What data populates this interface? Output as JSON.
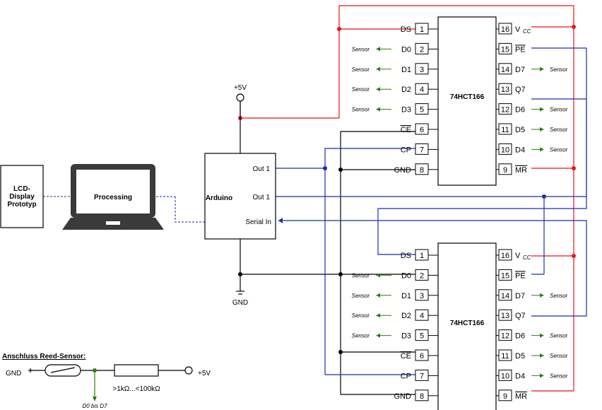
{
  "power": {
    "vcc_label": "+5V",
    "gnd_label": "GND"
  },
  "lcd": {
    "line1": "LCD-",
    "line2": "Display",
    "line3": "Prototyp"
  },
  "laptop": {
    "label": "Processing"
  },
  "arduino": {
    "label": "Arduino",
    "out1a": "Out 1",
    "out1b": "Out 1",
    "serial_in": "Serial In"
  },
  "chips": [
    {
      "name": "74HCT166",
      "left_pins": [
        {
          "num": "1",
          "label": "DS"
        },
        {
          "num": "2",
          "label": "D0"
        },
        {
          "num": "3",
          "label": "D1"
        },
        {
          "num": "4",
          "label": "D2"
        },
        {
          "num": "5",
          "label": "D3"
        },
        {
          "num": "6",
          "label": "CE"
        },
        {
          "num": "7",
          "label": "CP"
        },
        {
          "num": "8",
          "label": "GND"
        }
      ],
      "right_pins": [
        {
          "num": "16",
          "label": "V",
          "sub": "CC"
        },
        {
          "num": "15",
          "label": "PE"
        },
        {
          "num": "14",
          "label": "D7"
        },
        {
          "num": "13",
          "label": "Q7"
        },
        {
          "num": "12",
          "label": "D6"
        },
        {
          "num": "11",
          "label": "D5"
        },
        {
          "num": "10",
          "label": "D4"
        },
        {
          "num": "9",
          "label": "MR"
        }
      ]
    },
    {
      "name": "74HCT166",
      "left_pins": [
        {
          "num": "1",
          "label": "DS"
        },
        {
          "num": "2",
          "label": "D0"
        },
        {
          "num": "3",
          "label": "D1"
        },
        {
          "num": "4",
          "label": "D2"
        },
        {
          "num": "5",
          "label": "D3"
        },
        {
          "num": "6",
          "label": "CE"
        },
        {
          "num": "7",
          "label": "CP"
        },
        {
          "num": "8",
          "label": "GND"
        }
      ],
      "right_pins": [
        {
          "num": "16",
          "label": "V",
          "sub": "CC"
        },
        {
          "num": "15",
          "label": "PE"
        },
        {
          "num": "14",
          "label": "D7"
        },
        {
          "num": "13",
          "label": "Q7"
        },
        {
          "num": "12",
          "label": "D6"
        },
        {
          "num": "11",
          "label": "D5"
        },
        {
          "num": "10",
          "label": "D4"
        },
        {
          "num": "9",
          "label": "MR"
        }
      ]
    }
  ],
  "sensor_label": "Sensor",
  "reed": {
    "title": "Anschluss Reed-Sensor:",
    "gnd": "GND",
    "vcc": "+5V",
    "resistor": ">1kΩ...<100kΩ",
    "tap": "D0 bis D7"
  },
  "colors": {
    "red": "#e8141c",
    "blue": "#1a2fa6",
    "green": "#2e7d15",
    "black": "#000000"
  }
}
